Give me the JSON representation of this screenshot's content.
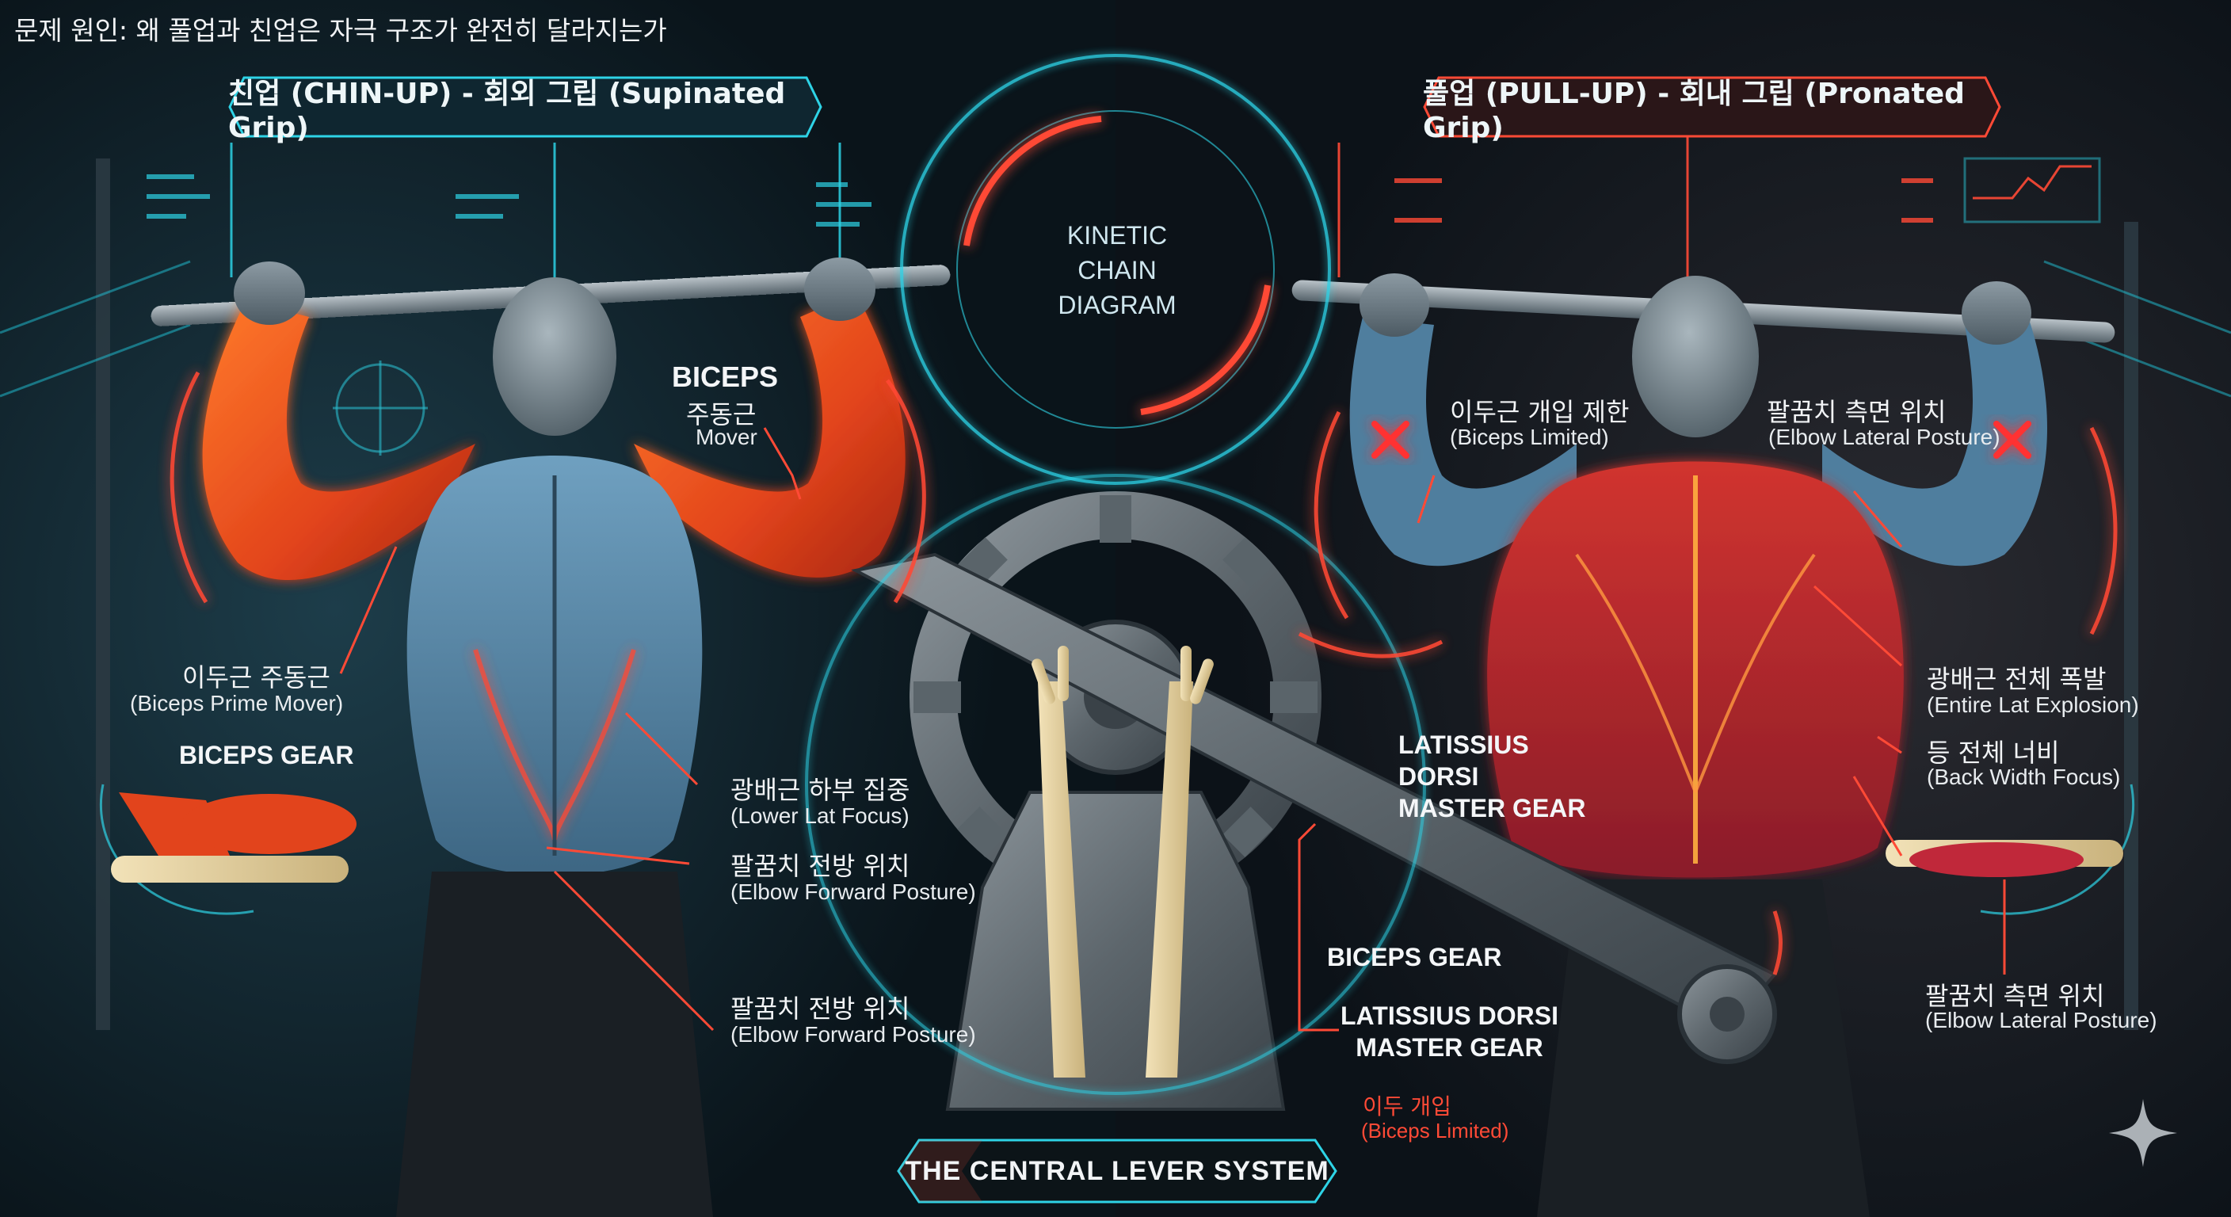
{
  "header": {
    "title": "문제 원인: 왜 풀업과 친업은 자극 구조가 완전히 달라지는가"
  },
  "left_panel": {
    "banner": "친업 (CHIN-UP) - 회외 그립 (Supinated Grip)",
    "biceps_label": {
      "title": "BICEPS",
      "kr": "주동근",
      "en": "Mover"
    },
    "biceps_prime": {
      "kr": "이두근 주동근",
      "en": "(Biceps Prime Mover)"
    },
    "biceps_gear": "BICEPS GEAR",
    "lower_lat": {
      "kr": "광배근 하부 집중",
      "en": "(Lower Lat Focus)"
    },
    "elbow_forward_1": {
      "kr": "팔꿈치 전방 위치",
      "en": "(Elbow Forward Posture)"
    },
    "elbow_forward_2": {
      "kr": "팔꿈치 전방 위치",
      "en": "(Elbow Forward Posture)"
    }
  },
  "right_panel": {
    "banner": "풀업 (PULL-UP) - 회내 그립 (Pronated Grip)",
    "biceps_limited": {
      "kr": "이두근 개입 제한",
      "en": "(Biceps Limited)"
    },
    "elbow_lateral_1": {
      "kr": "팔꿈치 측면 위치",
      "en": "(Elbow Lateral Posture)"
    },
    "entire_lat": {
      "kr": "광배근 전체 폭발",
      "en": "(Entire Lat Explosion)"
    },
    "back_width": {
      "kr": "등 전체 너비",
      "en": "(Back Width Focus)"
    },
    "lat_master_gear": "LATISSIUS\nDORSI\nMASTER GEAR",
    "elbow_lateral_2": {
      "kr": "팔꿈치 측면 위치",
      "en": "(Elbow Lateral Posture)"
    }
  },
  "center": {
    "kinetic_chain": "KINETIC\nCHAIN\nDIAGRAM",
    "biceps_gear": "BICEPS GEAR",
    "lat_master_gear": "LATISSIUS DORSI\nMASTER GEAR",
    "biceps_minor": {
      "kr": "이두 개입",
      "en": "(Biceps Limited)"
    },
    "lever_system": "THE CENTRAL LEVER SYSTEM"
  },
  "colors": {
    "background": "#0c1a22",
    "cyan_accent": "#2ed3e6",
    "red_accent": "#ff4a36",
    "biceps_muscle": "#e2441c",
    "lat_muscle": "#c0283a",
    "blue_muscle": "#5b88a8",
    "pants": "#1a1f24"
  }
}
